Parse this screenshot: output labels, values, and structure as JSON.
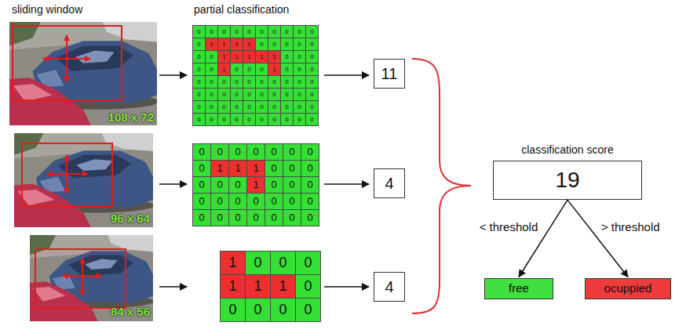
{
  "diagram": {
    "nodes": [
      {
        "text": [
          "11"
        ]
      },
      {
        "text": [
          "4"
        ]
      },
      {
        "text": [
          "4"
        ]
      },
      {
        "text": [
          "classification score",
          "19"
        ]
      },
      {
        "text": [
          "free"
        ]
      },
      {
        "text": [
          "ocuppied"
        ]
      }
    ],
    "edges": [
      {
        "from": 3,
        "to": 4,
        "arrow": "to",
        "label": "< threshold"
      },
      {
        "from": 3,
        "to": 5,
        "arrow": "to",
        "label": "> threshold"
      }
    ],
    "labels": [
      "sliding window",
      "partial classification",
      "108 x 72",
      "0",
      "0",
      "0",
      "0",
      "0",
      "0",
      "0",
      "0",
      "0",
      "0",
      "0",
      "1",
      "1",
      "1",
      "1",
      "0",
      "0",
      "0",
      "0",
      "0",
      "0",
      "0",
      "1",
      "1",
      "1",
      "1",
      "1",
      "0",
      "0",
      "0",
      "0",
      "0",
      "1",
      "0",
      "0",
      "0",
      "1",
      "0",
      "0",
      "0",
      "0",
      "0",
      "0",
      "0",
      "0",
      "0",
      "0",
      "0",
      "0",
      "0",
      "0",
      "0",
      "0",
      "0",
      "0",
      "0",
      "0",
      "0",
      "0",
      "0",
      "0",
      "0",
      "0",
      "0",
      "0",
      "0",
      "0",
      "0",
      "0",
      "0",
      "0",
      "0",
      "0",
      "0",
      "0",
      "0",
      "0",
      "0",
      "0",
      "0",
      "96 x 64",
      "0",
      "0",
      "0",
      "0",
      "0",
      "0",
      "0",
      "0",
      "1",
      "1",
      "1",
      "0",
      "0",
      "0",
      "0",
      "0",
      "0",
      "1",
      "0",
      "0",
      "0",
      "0",
      "0",
      "0",
      "0",
      "0",
      "0",
      "0",
      "0",
      "0",
      "0",
      "0",
      "0",
      "0",
      "0",
      "84 x 56",
      "1",
      "0",
      "0",
      "0",
      "1",
      "1",
      "1",
      "0",
      "0",
      "0",
      "0",
      "0"
    ]
  }
}
